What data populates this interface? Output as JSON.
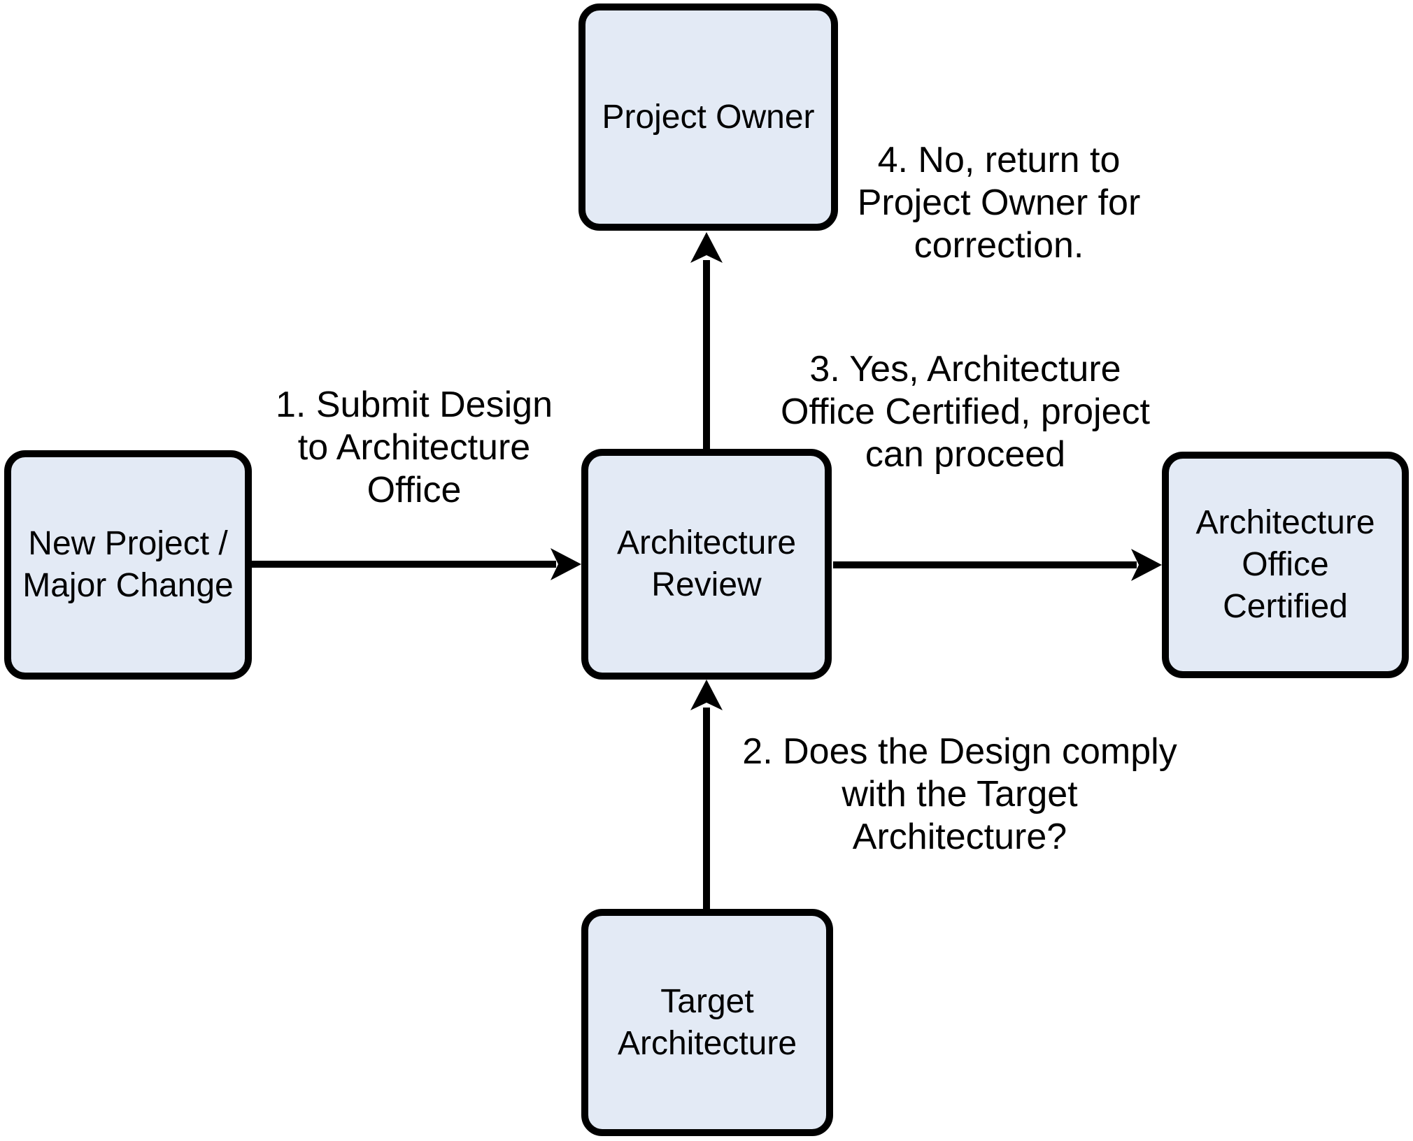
{
  "diagram": {
    "title": "Architecture review process flow",
    "colors": {
      "background": "#ffffff",
      "node_fill": "#e3eaf5",
      "node_border": "#000000",
      "arrow": "#000000",
      "text": "#000000"
    },
    "nodes": {
      "project_owner": {
        "label": "Project Owner"
      },
      "new_project": {
        "label": "New Project /\nMajor Change"
      },
      "architecture_review": {
        "label": "Architecture\nReview"
      },
      "architecture_office_certified": {
        "label": "Architecture\nOffice\nCertified"
      },
      "target_architecture": {
        "label": "Target\nArchitecture"
      }
    },
    "edge_labels": {
      "step1": "1. Submit Design\nto Architecture\nOffice",
      "step2": "2. Does the Design comply\nwith the Target\nArchitecture?",
      "step3": "3. Yes, Architecture\nOffice Certified, project\ncan proceed",
      "step4": "4. No, return to\nProject Owner for\ncorrection."
    }
  }
}
